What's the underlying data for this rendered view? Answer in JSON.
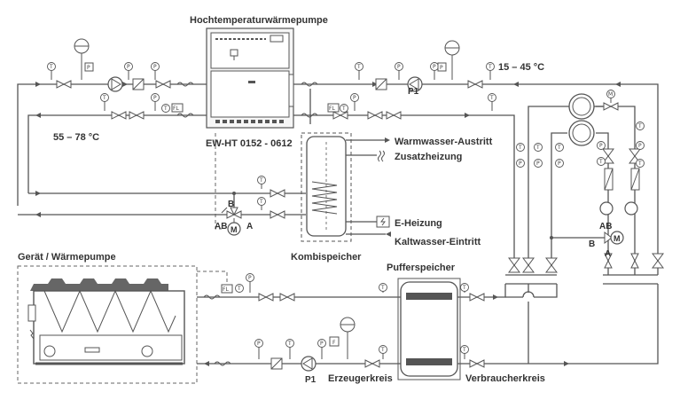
{
  "labels": {
    "htwp_title": "Hochtemperaturwärmepumpe",
    "model": "EW-HT 0152 - 0612",
    "temp_high": "55 – 78 °C",
    "temp_low": "15 – 45 °C",
    "warmwasser": "Warmwasser-Austritt",
    "zusatz": "Zusatzheizung",
    "eheizung": "E-Heizung",
    "kaltwasser": "Kaltwasser-Eintritt",
    "kombi": "Kombispeicher",
    "geraet": "Gerät / Wärmepumpe",
    "puffer": "Pufferspeicher",
    "erzeuger": "Erzeugerkreis",
    "verbraucher": "Verbraucherkreis",
    "pump_p1_top": "P1",
    "pump_p1_bottom": "P1",
    "valve_ab": "AB",
    "valve_a": "A",
    "valve_b": "B",
    "mix_ab": "AB",
    "mix_a": "A",
    "mix_b": "B",
    "motor_m": "M"
  },
  "sensor_letters": {
    "thermometer": "T",
    "pressure": "P",
    "flow_fl": "FL",
    "filter_f": "F",
    "motor": "M"
  },
  "colors": {
    "line": "#555555",
    "text": "#333333",
    "background": "#ffffff"
  }
}
